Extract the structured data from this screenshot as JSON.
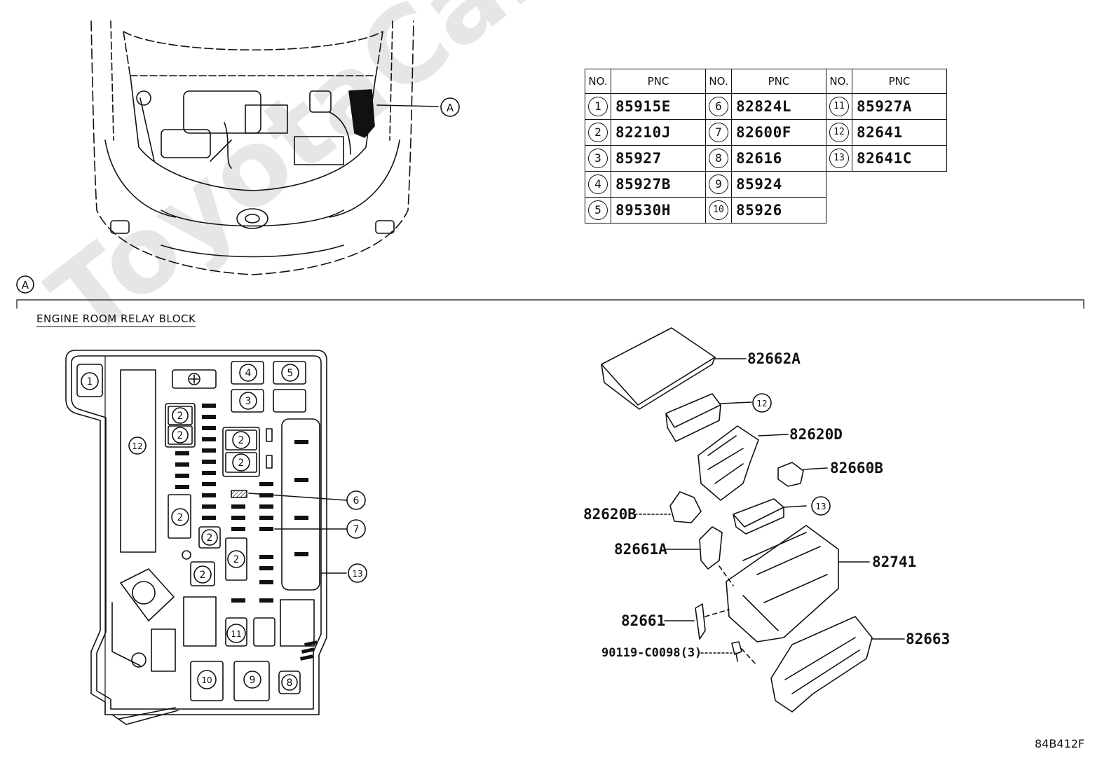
{
  "table": {
    "headers": [
      "NO.",
      "PNC",
      "NO.",
      "PNC",
      "NO.",
      "PNC"
    ],
    "rows": [
      [
        {
          "no": "1",
          "pnc": "85915E"
        },
        {
          "no": "6",
          "pnc": "82824L"
        },
        {
          "no": "11",
          "pnc": "85927A"
        }
      ],
      [
        {
          "no": "2",
          "pnc": "82210J"
        },
        {
          "no": "7",
          "pnc": "82600F"
        },
        {
          "no": "12",
          "pnc": "82641"
        }
      ],
      [
        {
          "no": "3",
          "pnc": "85927"
        },
        {
          "no": "8",
          "pnc": "82616"
        },
        {
          "no": "13",
          "pnc": "82641C"
        }
      ],
      [
        {
          "no": "4",
          "pnc": "85927B"
        },
        {
          "no": "9",
          "pnc": "85924"
        },
        null
      ],
      [
        {
          "no": "5",
          "pnc": "89530H"
        },
        {
          "no": "10",
          "pnc": "85926"
        },
        null
      ]
    ]
  },
  "detail_marker": "A",
  "section_label": "ENGINE ROOM RELAY BLOCK",
  "block_numbers": {
    "n1": "1",
    "n2": "2",
    "n3": "3",
    "n4": "4",
    "n5": "5",
    "n6": "6",
    "n7": "7",
    "n8": "8",
    "n9": "9",
    "n10": "10",
    "n11": "11",
    "n12": "12",
    "n13": "13"
  },
  "exploded_callouts": {
    "cover": "82662A",
    "n12": "12",
    "upper_block": "82620D",
    "relay_b": "82660B",
    "bracket_b": "82620B",
    "n13": "13",
    "clip_a": "82661A",
    "lower_case": "82741",
    "clip": "82661",
    "bolt": "90119-C0098(3)",
    "bottom_cover": "82663"
  },
  "drawing_code": "84B412F",
  "watermark": "ToyotaCarMine.ru"
}
